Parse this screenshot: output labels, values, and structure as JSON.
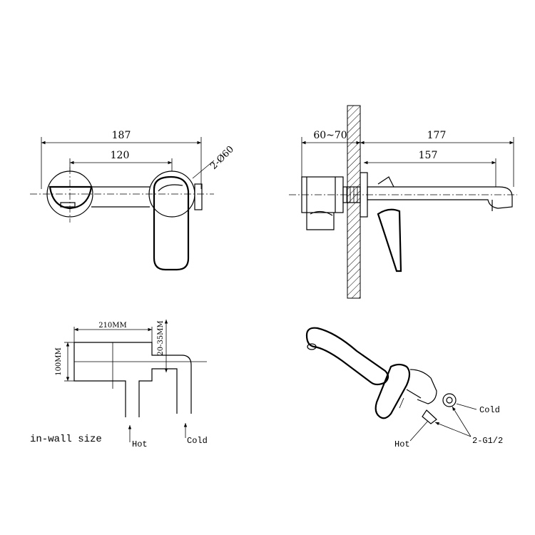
{
  "front_view": {
    "dim_overall": "187",
    "dim_centers": "120",
    "dim_diameter": "2-Ø60"
  },
  "side_view": {
    "dim_wall_depth": "60~70",
    "dim_projection": "177",
    "dim_spout": "157"
  },
  "inwall_view": {
    "dim_width": "210MM",
    "dim_height": "100MM",
    "dim_offset": "20-35MM",
    "caption": "in-wall size",
    "label_hot": "Hot",
    "label_cold": "Cold"
  },
  "iso_view": {
    "label_cold": "Cold",
    "label_hot": "Hot",
    "label_thread": "2-G1/2"
  }
}
